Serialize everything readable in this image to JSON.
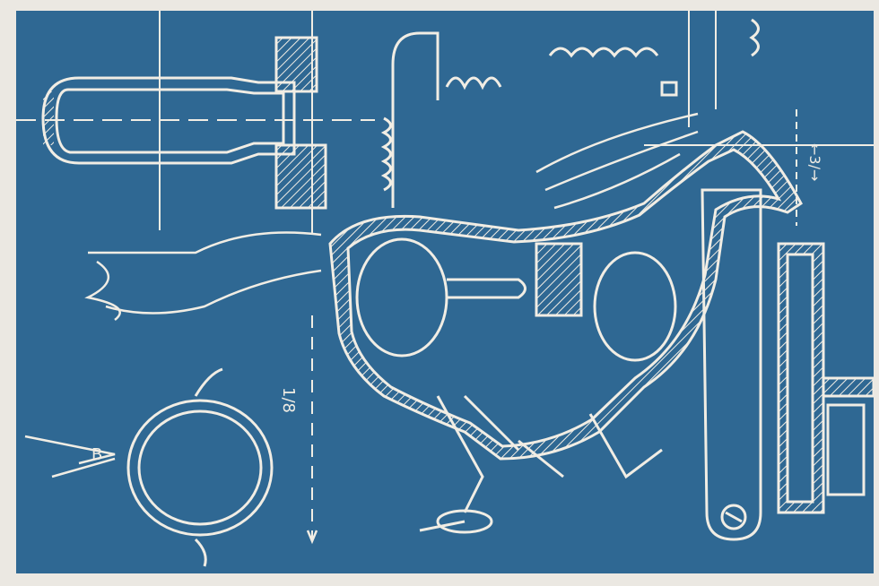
{
  "artwork": {
    "palette": {
      "paper": "#ebe8e2",
      "ink": "#2f6893",
      "line": "#f1ede4"
    },
    "labels": {
      "circle_mark": "B",
      "right_dimension": "←3/→",
      "center_dimension": "1/8"
    }
  }
}
